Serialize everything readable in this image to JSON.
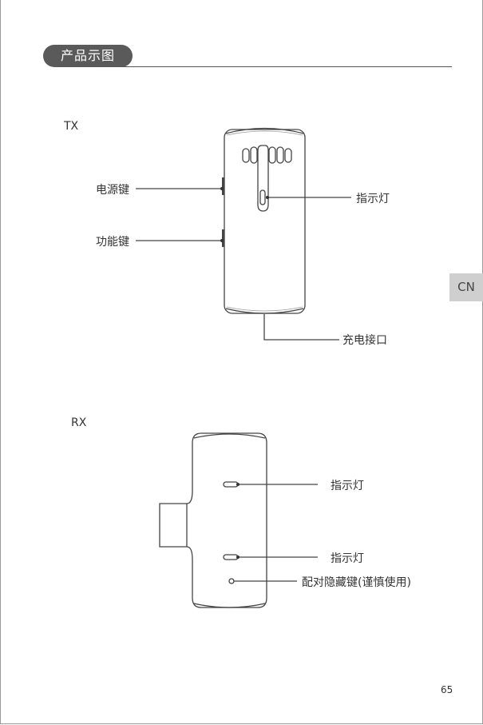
{
  "section": {
    "title": "产品示图"
  },
  "side_tab": {
    "label": "CN"
  },
  "tx": {
    "heading": "TX",
    "labels": {
      "power_key": "电源键",
      "function_key": "功能键",
      "indicator": "指示灯",
      "charging_port": "充电接口"
    }
  },
  "rx": {
    "heading": "RX",
    "labels": {
      "indicator_1": "指示灯",
      "indicator_2": "指示灯",
      "pairing_hidden_key": "配对隐藏键(谨慎使用)"
    }
  },
  "page": {
    "number": "65"
  }
}
